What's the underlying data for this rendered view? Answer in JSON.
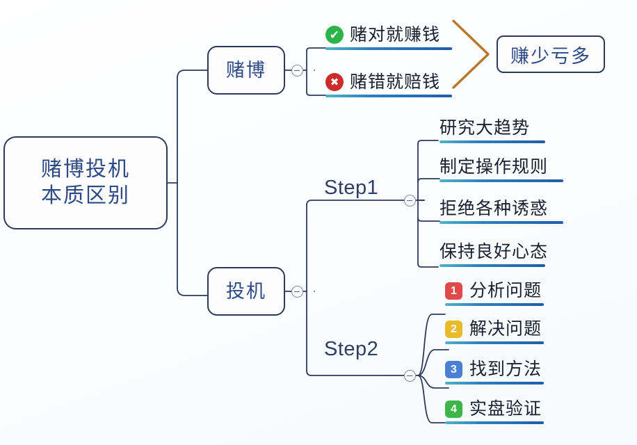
{
  "diagram": {
    "title": "赌博投机本质区别思维导图",
    "background_color": "#fdfeff",
    "node_border_color": "#2b3a5c",
    "node_text_color": "#2e4a86",
    "leaf_text_color": "#17202e",
    "underline_gradient": [
      "#4fb3c4",
      "#1f5fa8"
    ],
    "connector_color": "#2b3a5c",
    "chevron_color": "#b8762a"
  },
  "root": {
    "line1": "赌博投机",
    "line2": "本质区别",
    "text": "赌博投机\n本质区别"
  },
  "branches": [
    {
      "id": "gamble",
      "label": "赌博",
      "children": [
        {
          "text": "赌对就赚钱",
          "icon": "check-circle-icon",
          "icon_color": "#2cb34a",
          "icon_glyph": "✔"
        },
        {
          "text": "赌错就赔钱",
          "icon": "cross-circle-icon",
          "icon_color": "#cc2b2b",
          "icon_glyph": "✖"
        }
      ],
      "callout": {
        "text": "赚少亏多",
        "marker": "chevron-right-icon"
      }
    },
    {
      "id": "speculate",
      "label": "投机",
      "steps": [
        {
          "id": "step1",
          "label": "Step1",
          "items": [
            {
              "text": "研究大趋势"
            },
            {
              "text": "制定操作规则"
            },
            {
              "text": "拒绝各种诱惑"
            },
            {
              "text": "保持良好心态"
            }
          ]
        },
        {
          "id": "step2",
          "label": "Step2",
          "items": [
            {
              "text": "分析问题",
              "number": "1",
              "badge_color": "#e04a4a"
            },
            {
              "text": "解决问题",
              "number": "2",
              "badge_color": "#e8bb2a"
            },
            {
              "text": "找到方法",
              "number": "3",
              "badge_color": "#4a7fd4"
            },
            {
              "text": "实盘验证",
              "number": "4",
              "badge_color": "#3cb54a"
            }
          ]
        }
      ]
    }
  ],
  "controls": {
    "collapse_gamble": "collapse-toggle",
    "collapse_speculate": "collapse-toggle",
    "collapse_step1": "collapse-toggle",
    "collapse_step2": "collapse-toggle"
  }
}
